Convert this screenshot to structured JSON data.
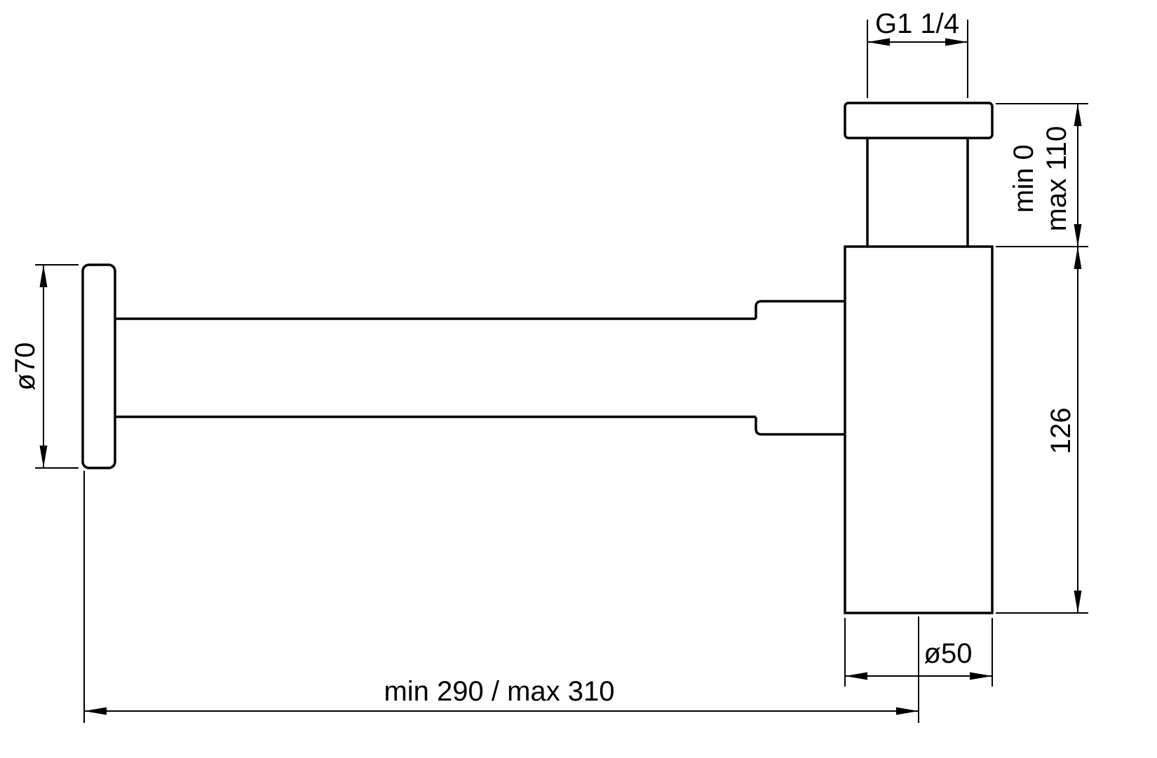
{
  "drawing": {
    "labels": {
      "thread_size": "G1 1/4",
      "inlet_height_line1": "min 0",
      "inlet_height_line2": "max 110",
      "body_height": "126",
      "flange_diameter": "ø70",
      "outlet_diameter": "ø50",
      "reach": "min 290 / max 310"
    },
    "colors": {
      "line": "#000000",
      "background": "#ffffff"
    }
  }
}
